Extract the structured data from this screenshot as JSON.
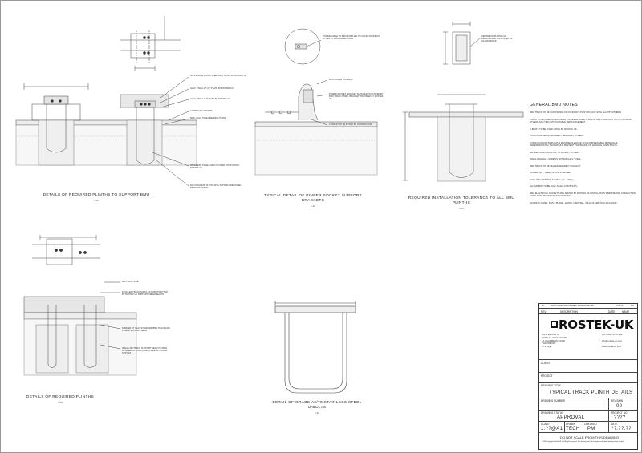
{
  "captions": {
    "plinths_bmu": "DETAILS OF REQUIRED PLINTHS TO SUPPORT BMU",
    "plinths_bmu_scale": "1:50",
    "socket": "TYPICAL DETAIL OF POWER SOCKET SUPPORT\nBRACKETS",
    "socket_scale": "1:10",
    "tolerance": "REQUIRED INSTALLATION TOLERANCE TO ALL BMU\nPLINTHS",
    "tolerance_scale": "1:10",
    "plinths": "DETAILS OF REQUIRED PLINTHS",
    "plinths_scale": "1:50",
    "ubolts": "DETAIL OF GRADE A2/70 STAINLESS STEEL\nU-BOLTS",
    "ubolts_scale": "1:10"
  },
  "annotations": [
    "200 PROFILE UC/UB/ STEEL BMU TRACK BY ROSTEK UK",
    "GALV. STEEL 10\" (2\") PLATE BY ROSTEK UK",
    "GALV. STEEL CLIP GATE BY ROSTEK UK",
    "CAPPING BY OTHERS",
    "M16x GALV. STEEL BEARING PLATE",
    "POWER SOCKET BRACKET SUPPLIED TO ROSTEK BY BMU TRACK WORK, BRACKET PROVIDED BY ROSTEK UK",
    "POWER CABLE TO BMU SUPPLIED TO SOCKET/CONDUIT FITTED BY BMU/CABLE FIXING",
    "BMU POWER SOCKETS",
    "CONDUIT TO BE FITTED BY CONTRACTOR",
    "CENTRE OF PLINTHS AS DIMENSIONED ON ROSTEK UK GA DRAWINGS",
    "STAINLESS STEEL U-BOLTS FIXED / POSITION BY ROSTEK UK",
    "RC CONCRETE PLINTH WITH SUITABLY DESIGNED REINFORCEMENT",
    "200 TRACK SIDE",
    "DETAILED TRACK PARTS OF ROBOTS FITTED BY ROSTEK UK SUPPORT / BEAM BELOW",
    "FORMED BY GALV STANDARD BMU TRACK AND POWER SUPPORT BEAM",
    "300mm 200 TRACK SUPPORT BEAM TO SPAN BETWEEN PLINTHS (4 MAX) SIDE OF POWER SYSTEM"
  ],
  "general_notes": {
    "title": "GENERAL BMU NOTES",
    "items": [
      "BMU TRACK TO BE SUPPORTED ON CONCRETE PLINTHS CAST WITH SLAB BY OTHERS.",
      "TRACK TO BE FIXED DOWN USING STAINLESS STEEL U-BOLTS, WALT AND CAST INTO PLINTHS BY OTHERS AND TIED INTO SUITABLE REINFORCEMENT.",
      "U-BOLTS TO BE FIXED USING BY ROSTEK UK.",
      "PLINTH AND REINFORCEMENT DESIGN BY OTHERS.",
      "FOR RC CONCRETE PLINTHS MUST BE CLEAN OF ANY COMPRESSIBLE MATERIAL & WATERPROOFING THAT WOULD PREVENT TIGHTENING OF HOLDING DOWN BOLTS.",
      "ALL WEATHER PROOFING TO FACE BY OTHERS.",
      "STEEL ANGLES & SCREWS HOT DIP GALV. STEEL.",
      "BMU TRACK TO BE SEALED WHERE IT WILL EXIT.",
      "STAGED Opt. - Galley OF THE PORCHED.",
      "AUXILIARY MATERIALS STEEL Opt. - 400kg.",
      "Opt. GR BMU TO BE HALF SCALE FOR BOOLS.",
      "BMU ELECTRICAL SOCKETS ARE SHOWN BY ROSTEK UK INSTALLATION WEBSITE AND CONNECTION TO BE DONE BACKWARDS BY ROSTEK.",
      "SOCKETS CODE - 3/4/5 3 PHASE - EARTH / NEUTRAL, 50Hz, 16 AMP WITH 10mA RCD."
    ]
  },
  "title_block": {
    "revision_row": [
      "00",
      "FIRST ISSUE FOR COMMENTS AND APPROVAL",
      "07.09.23",
      "PM"
    ],
    "rev_label": "REV",
    "description_label": "DESCRIPTION",
    "date_label": "DATE",
    "name_label": "NAME",
    "company": "ROSTEK-UK",
    "address_lines": [
      "ROSTEK UK LTD",
      "SUITE 11, EVOL HOUSE",
      "1A CHAMBERS ROAD",
      "THORNBURY",
      "CT3 2QE"
    ],
    "contact_lines": [
      "Tel: 07914 2786 368",
      "",
      "info@rostek-uk.com",
      "",
      "www.rostek-uk.com"
    ],
    "client_label": "CLIENT",
    "project_label": "PROJECT",
    "drawing_title_label": "DRAWING TITLE",
    "drawing_title": "TYPICAL TRACK PLINTH DETAILS",
    "drawing_number_label": "DRAWING NUMBER",
    "drawing_number": "-",
    "revision_label": "REVISION",
    "revision": "00",
    "status_label": "DRAWING STATUS",
    "status": "APPROVAL",
    "project_no_label": "PROJECT NO",
    "project_no": "????",
    "scale_label": "SCALE",
    "scale": "1:??@A1",
    "drawn_label": "DRAWN",
    "drawn": "TECH",
    "checked_label": "CHECKED",
    "checked": "PM",
    "date_label2": "DATE",
    "date": "??.??.??",
    "disclaimer": "DO NOT SCALE FROM THIS DRAWING",
    "copyright": "© 2023 Copyright Rostek UK Ltd. All rights reserved. This drawing must not be copied or disclosed without written consent."
  }
}
